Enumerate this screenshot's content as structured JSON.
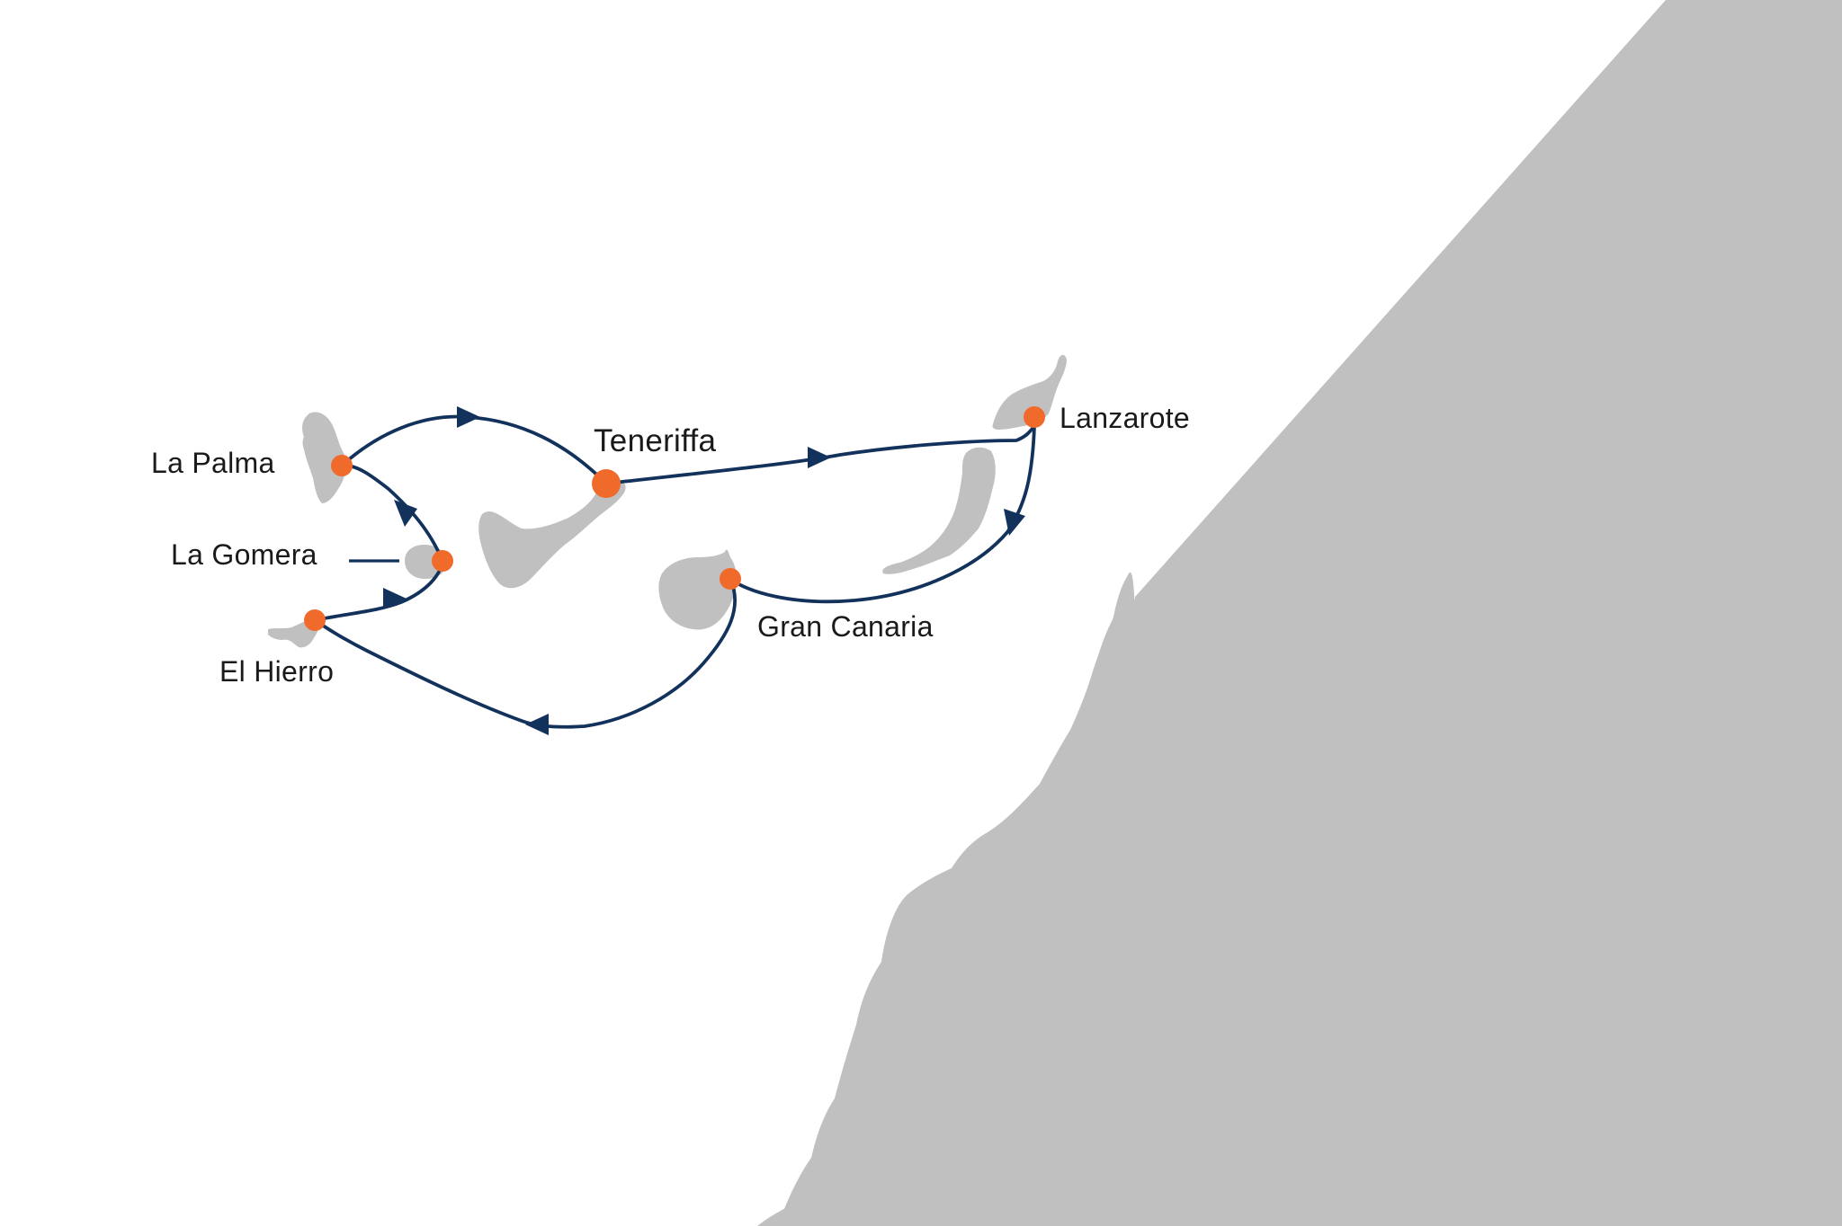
{
  "map": {
    "ports": [
      {
        "id": "tenerife",
        "name": "Teneriffa",
        "main": true
      },
      {
        "id": "lanzarote",
        "name": "Lanzarote",
        "main": false
      },
      {
        "id": "gran-canaria",
        "name": "Gran Canaria",
        "main": false
      },
      {
        "id": "el-hierro",
        "name": "El Hierro",
        "main": false
      },
      {
        "id": "la-gomera",
        "name": "La Gomera",
        "main": false
      },
      {
        "id": "la-palma",
        "name": "La Palma",
        "main": false
      }
    ],
    "route_order": [
      "Teneriffa",
      "Lanzarote",
      "Gran Canaria",
      "El Hierro",
      "La Gomera",
      "La Palma",
      "Teneriffa"
    ],
    "colors": {
      "sea": "#ffffff",
      "land": "#c0c0c0",
      "route": "#12325c",
      "port": "#f06a2c",
      "text": "#1a1a1a"
    }
  }
}
